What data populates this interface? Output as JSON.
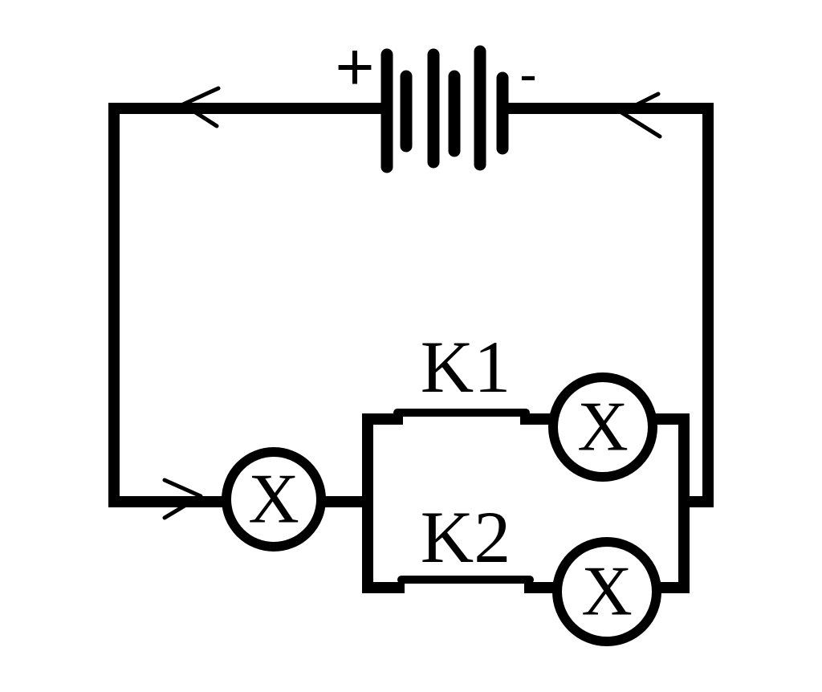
{
  "battery": {
    "positive_label": "+",
    "negative_label": "-"
  },
  "switches": {
    "k1_label": "K1",
    "k2_label": "K2"
  },
  "bulbs": {
    "main_label": "X",
    "branch1_label": "X",
    "branch2_label": "X"
  },
  "colors": {
    "line": "#000000",
    "background": "#ffffff"
  }
}
